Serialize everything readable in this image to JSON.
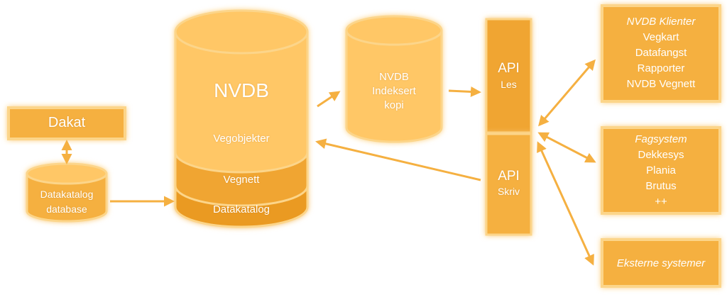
{
  "colors": {
    "accent": "#F5B041",
    "light": "#FFC766",
    "dark": "#EA9A22",
    "glow": "#FCD58A"
  },
  "dakat": {
    "label": "Dakat"
  },
  "datakatalog_db": {
    "line1": "Datakatalog",
    "line2": "database"
  },
  "nvdb": {
    "title": "NVDB",
    "layer_vegobjekter": "Vegobjekter",
    "layer_vegnett": "Vegnett",
    "layer_datakatalog": "Datakatalog"
  },
  "index_copy": {
    "line1": "NVDB",
    "line2": "Indeksert",
    "line3": "kopi"
  },
  "api_les": {
    "title": "API",
    "sub": "Les"
  },
  "api_skriv": {
    "title": "API",
    "sub": "Skriv"
  },
  "clients": {
    "heading": "NVDB Klienter",
    "items": [
      "Vegkart",
      "Datafangst",
      "Rapporter",
      "NVDB Vegnett"
    ]
  },
  "fagsystem": {
    "heading": "Fagsystem",
    "items": [
      "Dekkesys",
      "Plania",
      "Brutus",
      "++"
    ]
  },
  "eksterne": {
    "heading": "Eksterne systemer"
  }
}
